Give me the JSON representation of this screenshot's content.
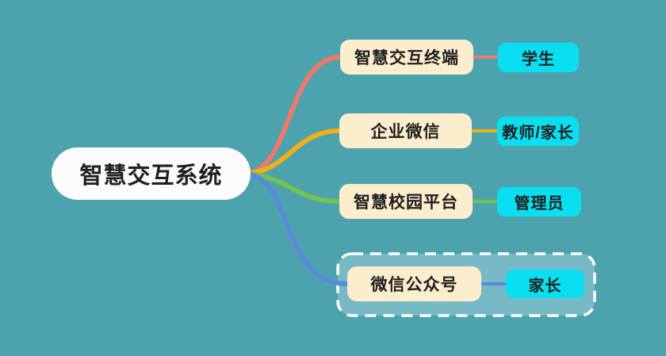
{
  "diagram": {
    "type": "mindmap",
    "root": {
      "label": "智慧交互系统"
    },
    "branches": [
      {
        "topic": "智慧交互终端",
        "child": "学生",
        "color": "#f0776b",
        "grouped": false
      },
      {
        "topic": "企业微信",
        "child": "教师/家长",
        "color": "#f5ae13",
        "grouped": false
      },
      {
        "topic": "智慧校园平台",
        "child": "管理员",
        "color": "#76c153",
        "grouped": false
      },
      {
        "topic": "微信公众号",
        "child": "家长",
        "color": "#5b89d9",
        "grouped": true
      }
    ],
    "group": {
      "stroke": "#ffffff",
      "fill": "rgba(190,220,235,0.38)"
    },
    "palette": {
      "background": "#4da3ad",
      "root_fill": "#fbfbfb",
      "topic_fill": "#fcedcd",
      "child_fill": "#0adff1",
      "text": "#1f1f1f"
    }
  }
}
